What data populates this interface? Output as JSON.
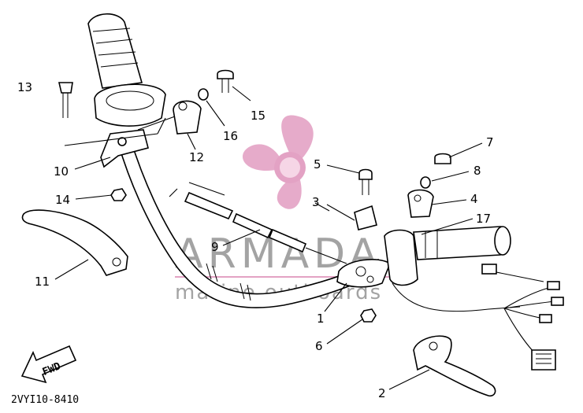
{
  "diagram_code": "2VYI10-8410",
  "fwd_label": "FWD",
  "watermark": {
    "brand": "ARMADA",
    "tagline": "marine outboards",
    "accent_color": "#e3a2c4",
    "text_color": "#a3a3a3"
  },
  "callouts": {
    "c1": "1",
    "c2": "2",
    "c3": "3",
    "c4": "4",
    "c5": "5",
    "c6": "6",
    "c7": "7",
    "c8": "8",
    "c9": "9",
    "c10": "10",
    "c11": "11",
    "c12": "12",
    "c13": "13",
    "c14": "14",
    "c15": "15",
    "c16": "16",
    "c17": "17"
  }
}
